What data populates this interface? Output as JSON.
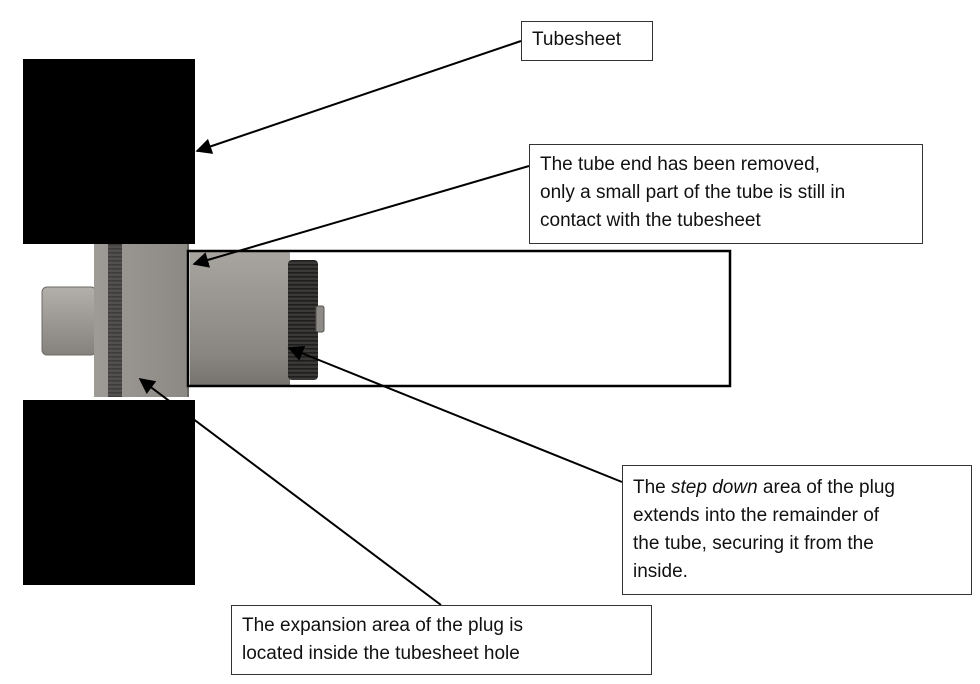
{
  "colors": {
    "tubesheet": "#000000",
    "plug_body": "#8f8c86",
    "plug_shade": "#6e6b66",
    "knurl": "#2e2d2c",
    "tube_outline": "#000000",
    "arrow": "#000000"
  },
  "callouts": {
    "tubesheet": "Tubesheet",
    "tube_end_removed": {
      "lines": [
        "The tube end has been removed,",
        "only a small part of the tube is still in",
        "contact with the tubesheet"
      ]
    },
    "step_down": {
      "line1_before": "The ",
      "line1_emphasis": "step down",
      "line1_after": " area of the plug",
      "lines": [
        "extends into the remainder of",
        "the tube, securing it from the",
        "inside."
      ]
    },
    "expansion_area": {
      "lines": [
        "The expansion area of the plug is",
        "located inside the tubesheet hole"
      ]
    }
  }
}
